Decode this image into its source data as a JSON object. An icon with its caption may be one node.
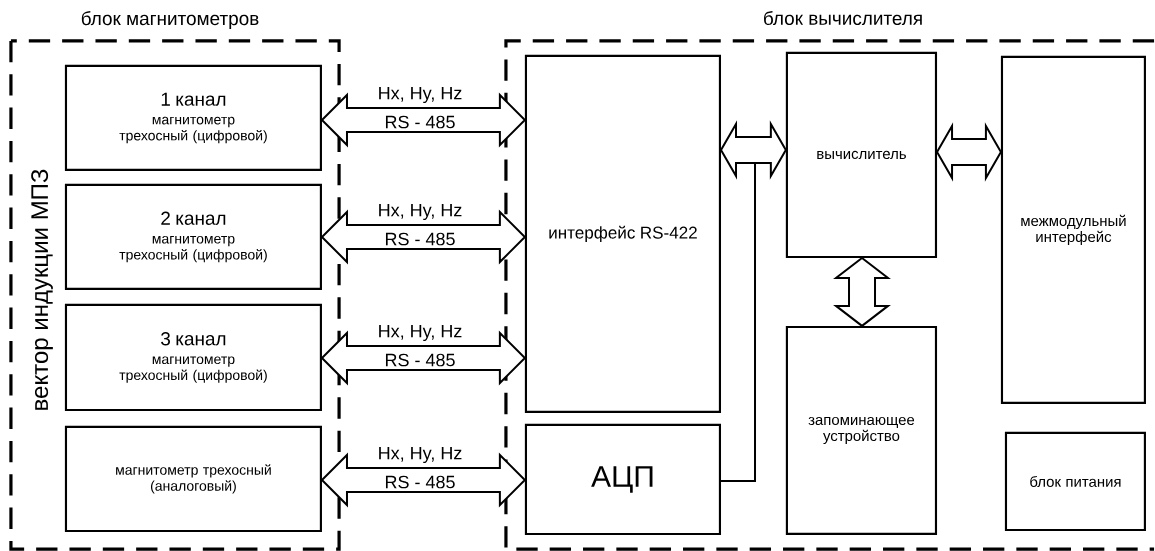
{
  "diagram": {
    "nodes": [
      {
        "text": [
          "блок магнитометров",
          "вектор индукции МПЗ"
        ]
      },
      {
        "text": [
          "1 канал",
          "магнитометр трехосный (цифровой)"
        ],
        "in": 0
      },
      {
        "text": [
          "2 канал",
          "магнитометр трехосный (цифровой)"
        ],
        "in": 0
      },
      {
        "text": [
          "3 канал",
          "магнитометр трехосный (цифровой)"
        ],
        "in": 0
      },
      {
        "text": [
          "магнитометр трехосный (аналоговый)"
        ],
        "in": 0
      },
      {
        "text": [
          "блок вычислителя"
        ]
      },
      {
        "text": [
          "интерфейс RS-422"
        ],
        "in": 5
      },
      {
        "text": [
          "АЦП"
        ],
        "in": 5
      },
      {
        "text": [
          "вычислитель"
        ],
        "in": 5
      },
      {
        "text": [
          "запоминающее устройство"
        ],
        "in": 5
      },
      {
        "text": [
          "межмодульный интерфейс"
        ],
        "in": 5
      },
      {
        "text": [
          "блок питания"
        ],
        "in": 5
      }
    ],
    "edges": [
      {
        "from": 1,
        "to": 6,
        "arrow": "both",
        "label": "Hx, Hy, Hz"
      },
      {
        "from": 2,
        "to": 6,
        "arrow": "both",
        "label": "Hx, Hy, Hz"
      },
      {
        "from": 3,
        "to": 6,
        "arrow": "both",
        "label": "Hx, Hy, Hz"
      },
      {
        "from": 4,
        "to": 7,
        "arrow": "both",
        "label": "Hx, Hy, Hz"
      },
      {
        "from": 7,
        "to": 8,
        "arrow": "none"
      },
      {
        "from": 6,
        "to": 8,
        "arrow": "both"
      },
      {
        "from": 8,
        "to": 10,
        "arrow": "both"
      },
      {
        "from": 8,
        "to": 9,
        "arrow": "both"
      }
    ],
    "labels": [
      "RS - 485",
      "RS - 485",
      "RS - 485",
      "RS - 485"
    ]
  }
}
